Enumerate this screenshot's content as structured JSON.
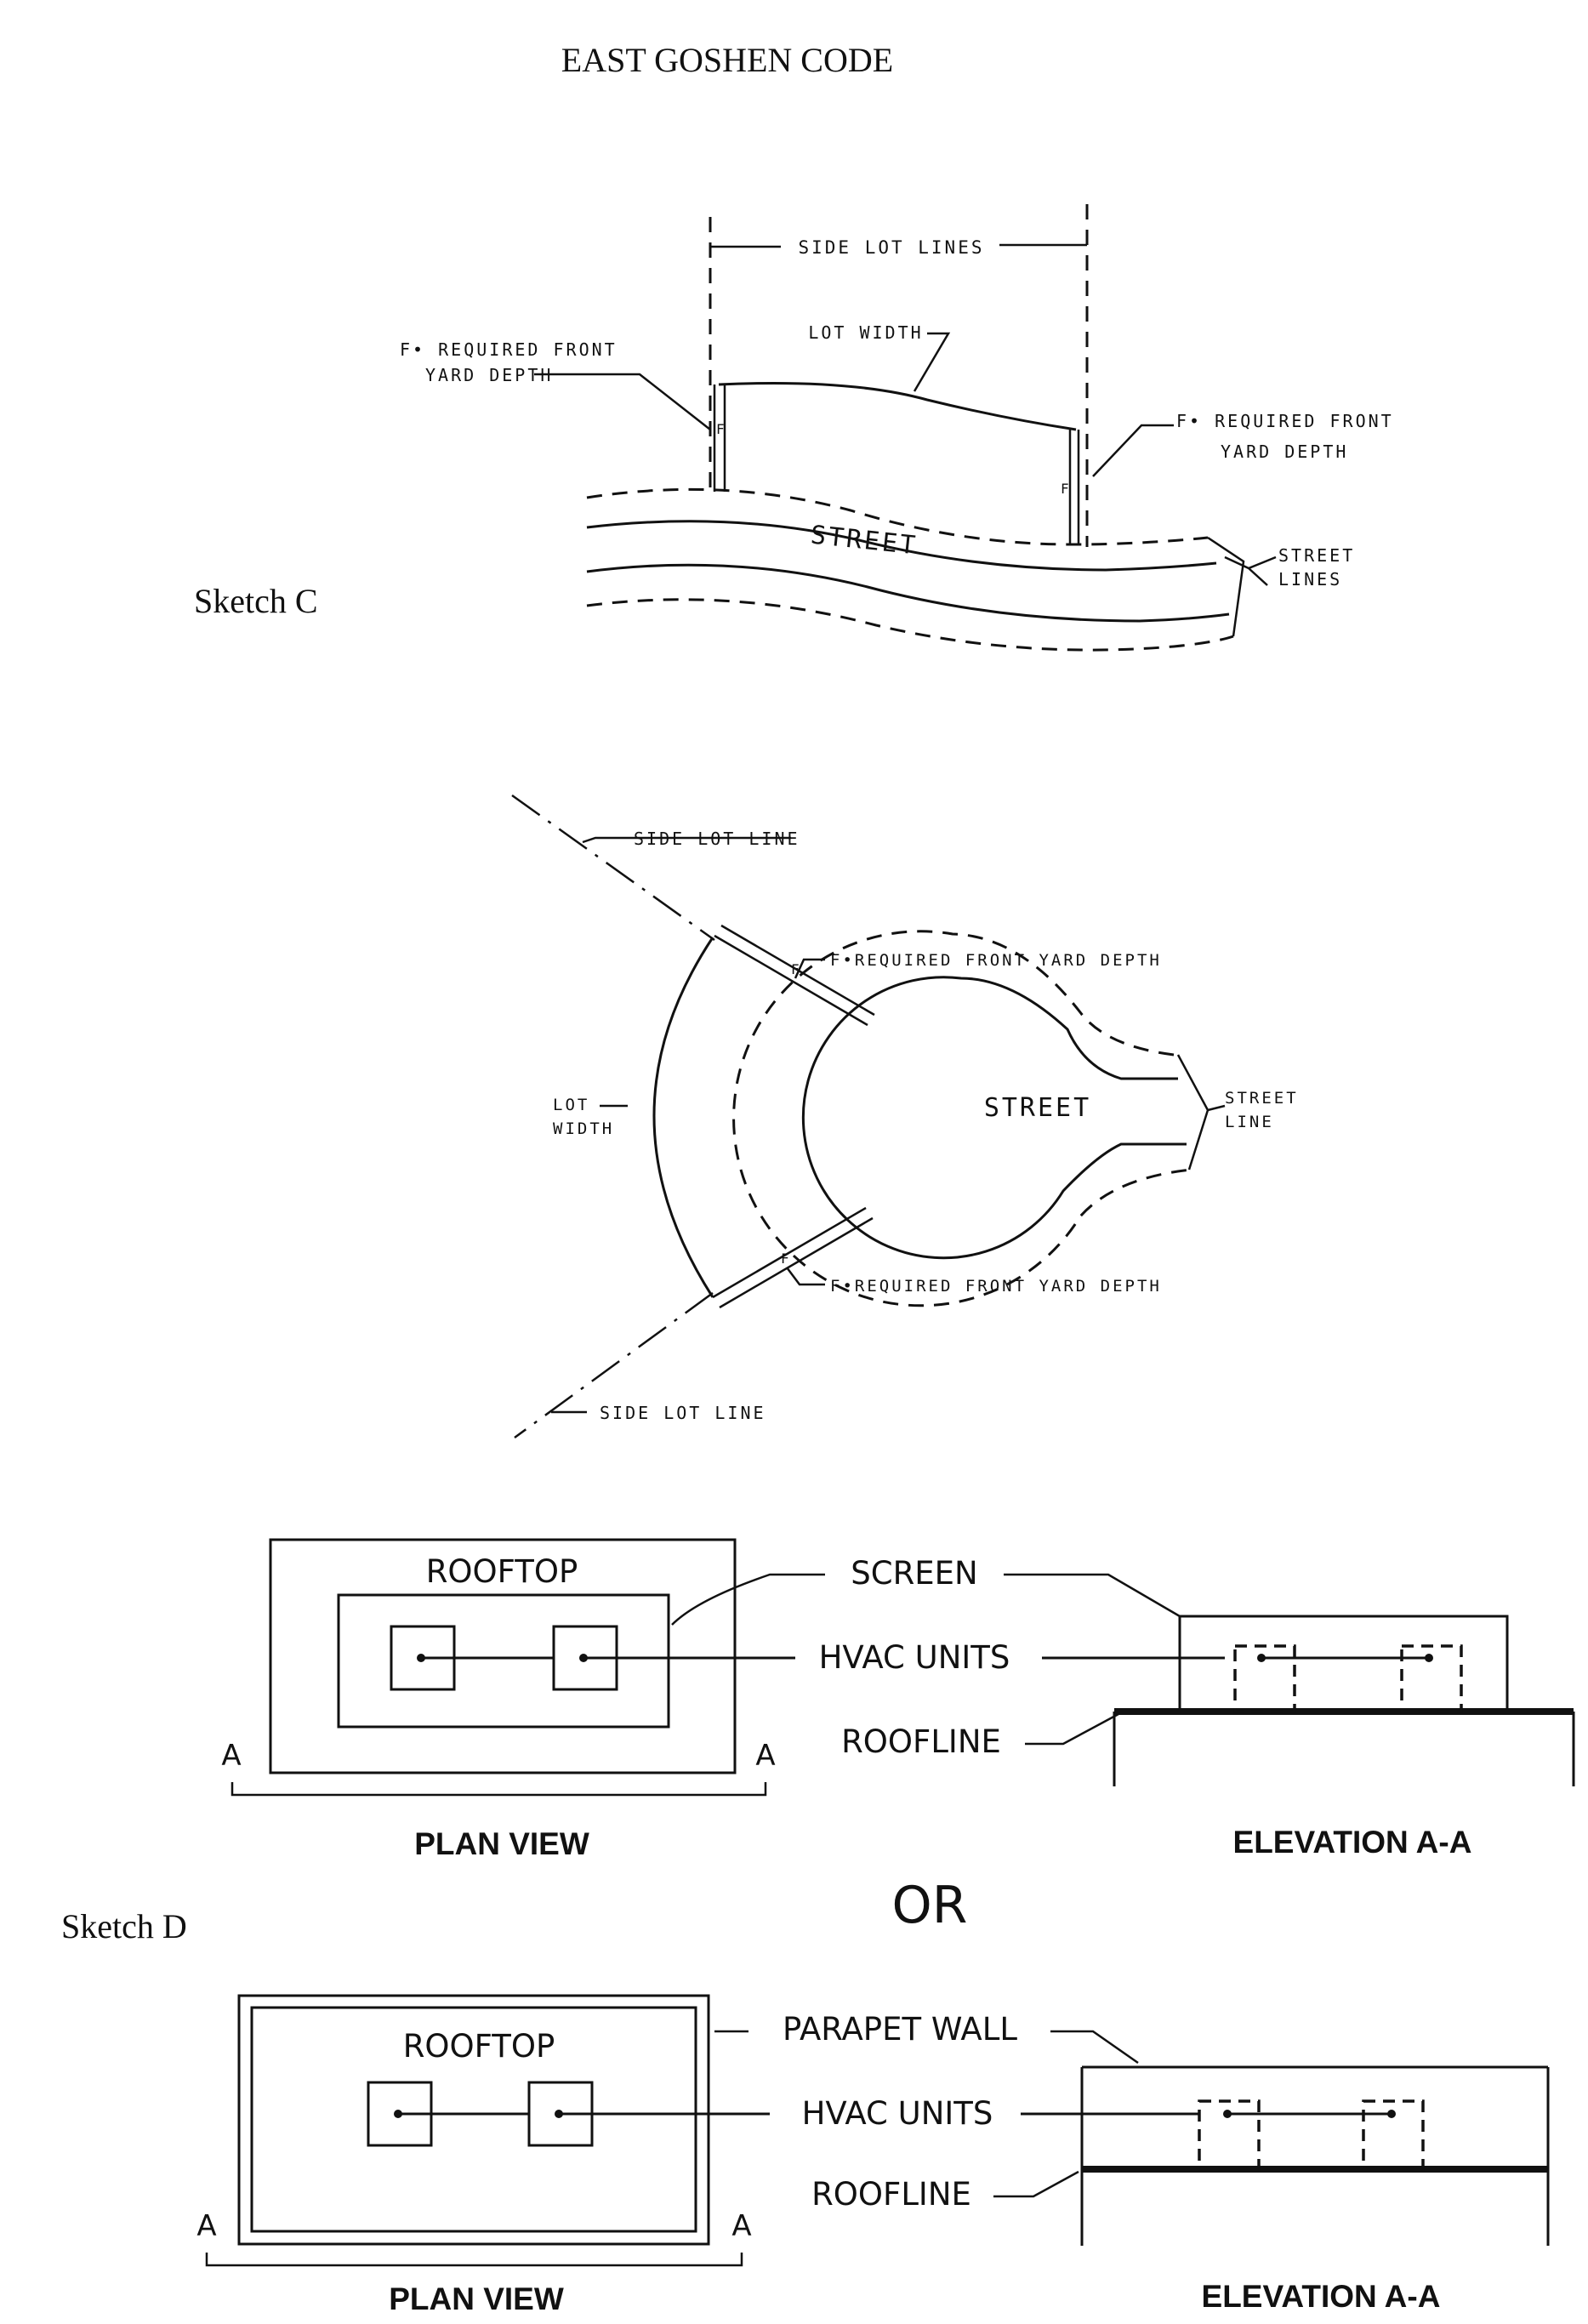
{
  "header": {
    "title": "EAST GOSHEN CODE"
  },
  "sketch_c": {
    "label": "Sketch C",
    "side_lot_lines": "SIDE LOT LINES",
    "lot_width": "LOT WIDTH",
    "front_left_line1": "F• REQUIRED FRONT",
    "front_left_line2": "YARD DEPTH",
    "front_right_line1": "F• REQUIRED FRONT",
    "front_right_line2": "YARD DEPTH",
    "street": "STREET",
    "street_lines_line1": "STREET",
    "street_lines_line2": "LINES",
    "f_marker_left": "F",
    "f_marker_right": "F"
  },
  "cul_de_sac": {
    "side_lot_line_top": "SIDE LOT LINE",
    "side_lot_line_bottom": "SIDE LOT LINE",
    "front_top": "F•REQUIRED FRONT YARD DEPTH",
    "front_bottom": "F•REQUIRED FRONT YARD DEPTH",
    "lot_width_line1": "LOT",
    "lot_width_line2": "WIDTH",
    "street": "STREET",
    "street_line_line1": "STREET",
    "street_line_line2": "LINE",
    "f_marker_top": "F",
    "f_marker_bottom": "F"
  },
  "sketch_d": {
    "label": "Sketch D",
    "or": "OR",
    "option1": {
      "rooftop": "ROOFTOP",
      "screen": "SCREEN",
      "hvac_units": "HVAC UNITS",
      "roofline": "ROOFLINE",
      "plan_view": "PLAN VIEW",
      "elevation": "ELEVATION A-A",
      "a_left": "A",
      "a_right": "A"
    },
    "option2": {
      "rooftop": "ROOFTOP",
      "parapet_wall": "PARAPET WALL",
      "hvac_units": "HVAC UNITS",
      "roofline": "ROOFLINE",
      "plan_view": "PLAN VIEW",
      "elevation": "ELEVATION A-A",
      "a_left": "A",
      "a_right": "A"
    }
  }
}
